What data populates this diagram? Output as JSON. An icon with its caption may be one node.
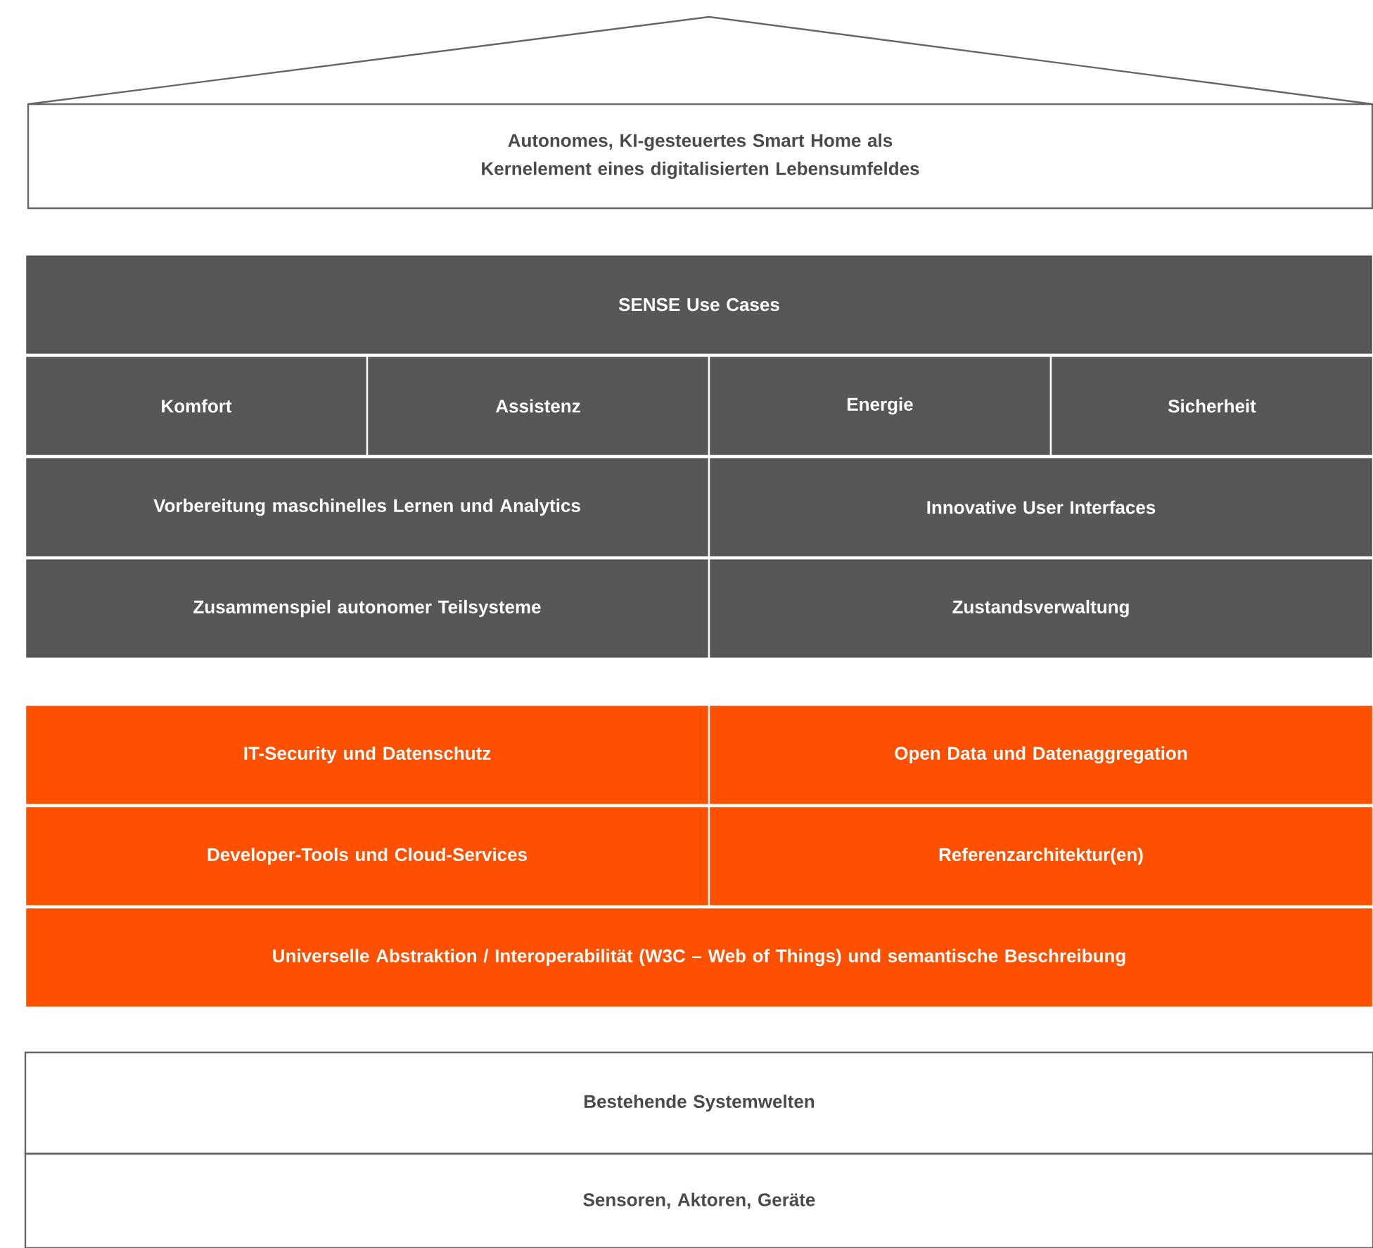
{
  "diagram": {
    "nodes": [
      {
        "text": [
          "Autonomes, KI-gesteuertes Smart Home als Kernelement eines digitalisierten Lebensumfeldes"
        ]
      },
      {
        "text": [
          "SENSE Use Cases"
        ]
      },
      {
        "text": [
          "Komfort"
        ]
      },
      {
        "text": [
          "Assistenz"
        ]
      },
      {
        "text": [
          "Energie"
        ]
      },
      {
        "text": [
          "Sicherheit"
        ]
      },
      {
        "text": [
          "Vorbereitung maschinelles Lernen und Analytics"
        ]
      },
      {
        "text": [
          "Innovative User Interfaces"
        ]
      },
      {
        "text": [
          "Zusammenspiel autonomer Teilsysteme"
        ]
      },
      {
        "text": [
          "Zustandsverwaltung"
        ]
      },
      {
        "text": [
          "IT-Security und Datenschutz"
        ]
      },
      {
        "text": [
          "Open Data und Datenaggregation"
        ]
      },
      {
        "text": [
          "Developer-Tools und Cloud-Services"
        ]
      },
      {
        "text": [
          "Referenzarchitektur(en)"
        ]
      },
      {
        "text": [
          "Universelle Abstraktion / Interoperabilität (W3C – Web of Things) und semantische Beschreibung"
        ]
      },
      {
        "text": [
          "Bestehende Systemwelten"
        ]
      },
      {
        "text": [
          "Sensoren, Aktoren, Geräte"
        ]
      }
    ]
  }
}
